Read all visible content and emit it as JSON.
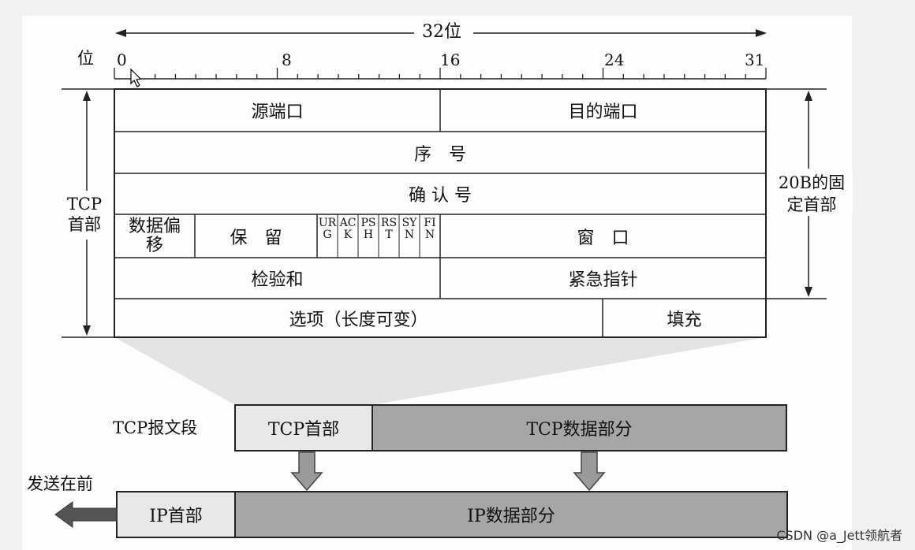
{
  "ruler": {
    "bit_axis_label": "位",
    "width_label": "32位",
    "ticks": [
      "0",
      "8",
      "16",
      "24",
      "31"
    ]
  },
  "header_fields": {
    "src_port": "源端口",
    "dst_port": "目的端口",
    "seq": "序　号",
    "ack": "确 认 号",
    "data_offset": "数据偏移",
    "reserved": "保　留",
    "flags": [
      "URG",
      "ACK",
      "PSH",
      "RST",
      "SYN",
      "FIN"
    ],
    "window": "窗　口",
    "checksum": "检验和",
    "urgent_pointer": "紧急指针",
    "options": "选项（长度可变）",
    "padding": "填充"
  },
  "side_labels": {
    "tcp_header": "TCP首部",
    "fixed_part": "20B的固定首部"
  },
  "segment": {
    "label": "TCP报文段",
    "header": "TCP首部",
    "data": "TCP数据部分"
  },
  "ip": {
    "send_first": "发送在前",
    "header": "IP首部",
    "data": "IP数据部分"
  },
  "colors": {
    "header_fill": "#e8e8e8",
    "data_fill": "#a6a6a6",
    "funnel_fill": "#e3e3e3",
    "line": "#222222"
  },
  "watermark": "CSDN @a_Jett领航者"
}
